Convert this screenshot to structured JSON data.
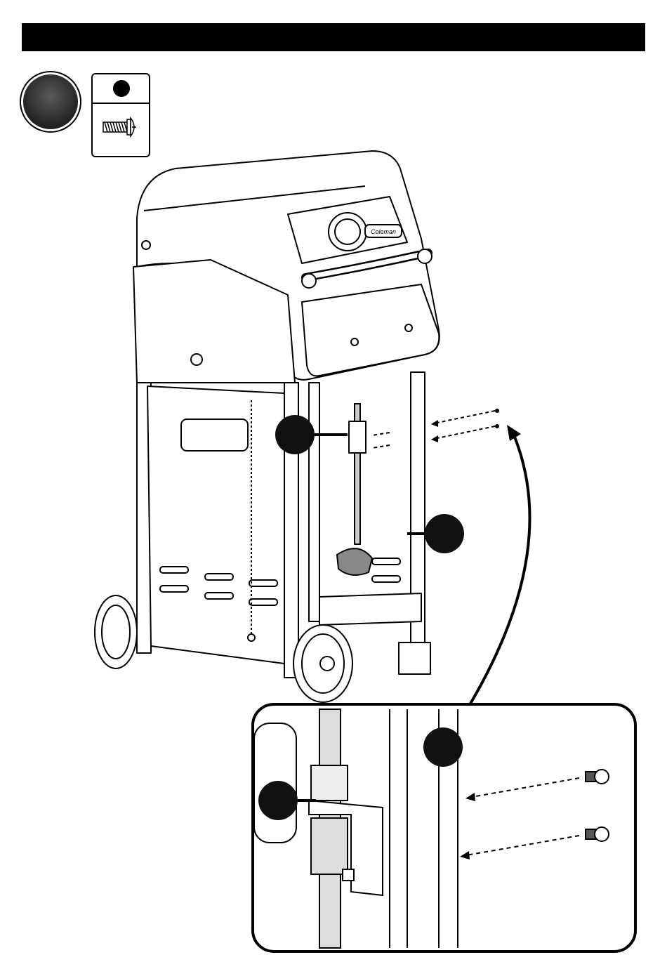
{
  "header": {
    "title": ""
  },
  "step": {
    "number_label": ""
  },
  "parts_box": {
    "part_label": "",
    "part_icon": "screw-icon"
  },
  "illustration": {
    "brand_text": "Coleman",
    "callouts": [
      {
        "id": "main-a",
        "label": ""
      },
      {
        "id": "main-b",
        "label": ""
      },
      {
        "id": "detail-a",
        "label": ""
      },
      {
        "id": "detail-b",
        "label": ""
      }
    ]
  }
}
